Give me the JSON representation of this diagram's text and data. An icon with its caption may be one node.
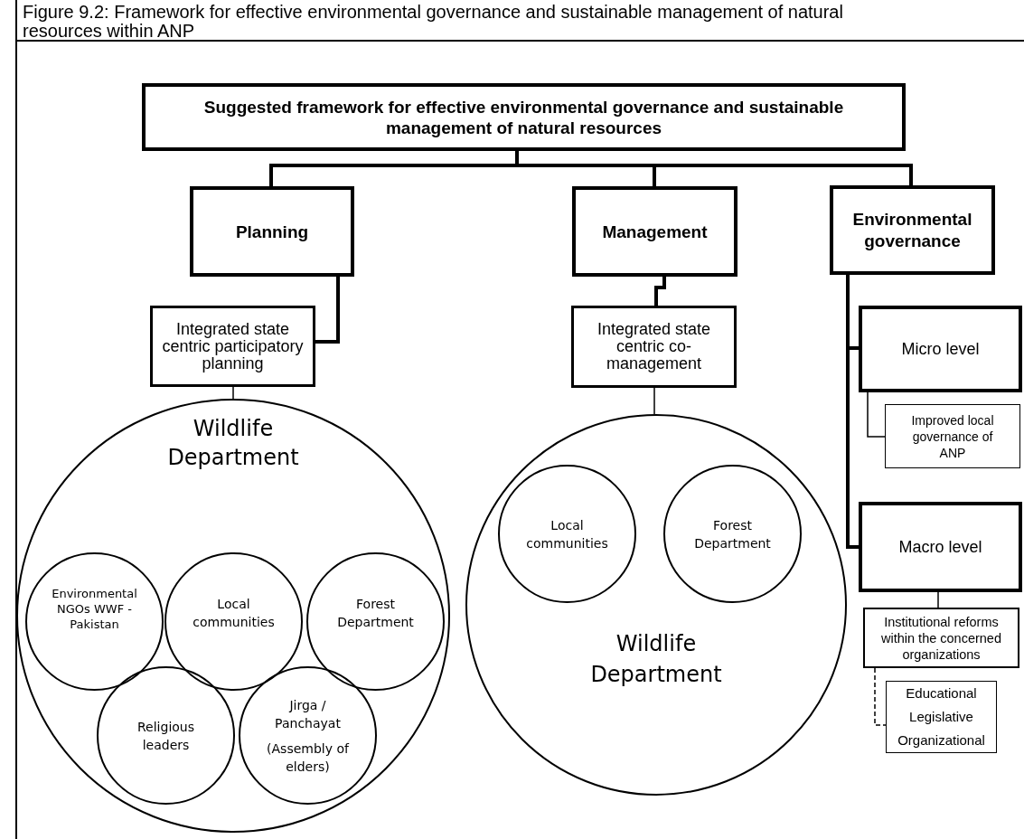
{
  "diagram": {
    "title": "Figure 9.2: Framework for effective environmental governance and sustainable management of natural resources within ANP",
    "nodes": [
      {
        "text": [
          "Suggested framework for effective environmental governance and sustainable management of natural resources"
        ]
      },
      {
        "text": [
          "Planning"
        ]
      },
      {
        "text": [
          "Management"
        ]
      },
      {
        "text": [
          "Environmental governance"
        ]
      },
      {
        "text": [
          "Integrated state centric participatory planning"
        ]
      },
      {
        "text": [
          "Wildlife Department"
        ]
      },
      {
        "text": [
          "Environmental NGOs WWF - Pakistan"
        ],
        "in": 5
      },
      {
        "text": [
          "Local communities"
        ],
        "in": 5
      },
      {
        "text": [
          "Forest Department"
        ],
        "in": 5
      },
      {
        "text": [
          "Religious leaders"
        ],
        "in": 5
      },
      {
        "text": [
          "Jirga / Panchayat",
          "(Assembly of elders)"
        ],
        "in": 5
      },
      {
        "text": [
          "Integrated state centric co-management"
        ]
      },
      {
        "text": [
          "Wildlife Department"
        ]
      },
      {
        "text": [
          "Local communities"
        ],
        "in": 12
      },
      {
        "text": [
          "Forest Department"
        ],
        "in": 12
      },
      {
        "text": [
          "Micro level"
        ]
      },
      {
        "text": [
          "Improved local governance of ANP"
        ]
      },
      {
        "text": [
          "Macro level"
        ]
      },
      {
        "text": [
          "Institutional reforms within the concerned organizations"
        ]
      },
      {
        "text": [
          "Educational",
          "Legislative",
          "Organizational"
        ]
      }
    ],
    "edges": [
      {
        "from": 0,
        "to": 1,
        "arrow": "none"
      },
      {
        "from": 0,
        "to": 2,
        "arrow": "none"
      },
      {
        "from": 0,
        "to": 3,
        "arrow": "none"
      },
      {
        "from": 1,
        "to": 4,
        "arrow": "none"
      },
      {
        "from": 4,
        "to": 5,
        "arrow": "none"
      },
      {
        "from": 2,
        "to": 11,
        "arrow": "none"
      },
      {
        "from": 11,
        "to": 12,
        "arrow": "none"
      },
      {
        "from": 3,
        "to": 15,
        "arrow": "none"
      },
      {
        "from": 15,
        "to": 16,
        "arrow": "none"
      },
      {
        "from": 3,
        "to": 17,
        "arrow": "none"
      },
      {
        "from": 17,
        "to": 18,
        "arrow": "none"
      },
      {
        "from": 18,
        "to": 19,
        "arrow": "none",
        "style": "dashed"
      }
    ]
  }
}
